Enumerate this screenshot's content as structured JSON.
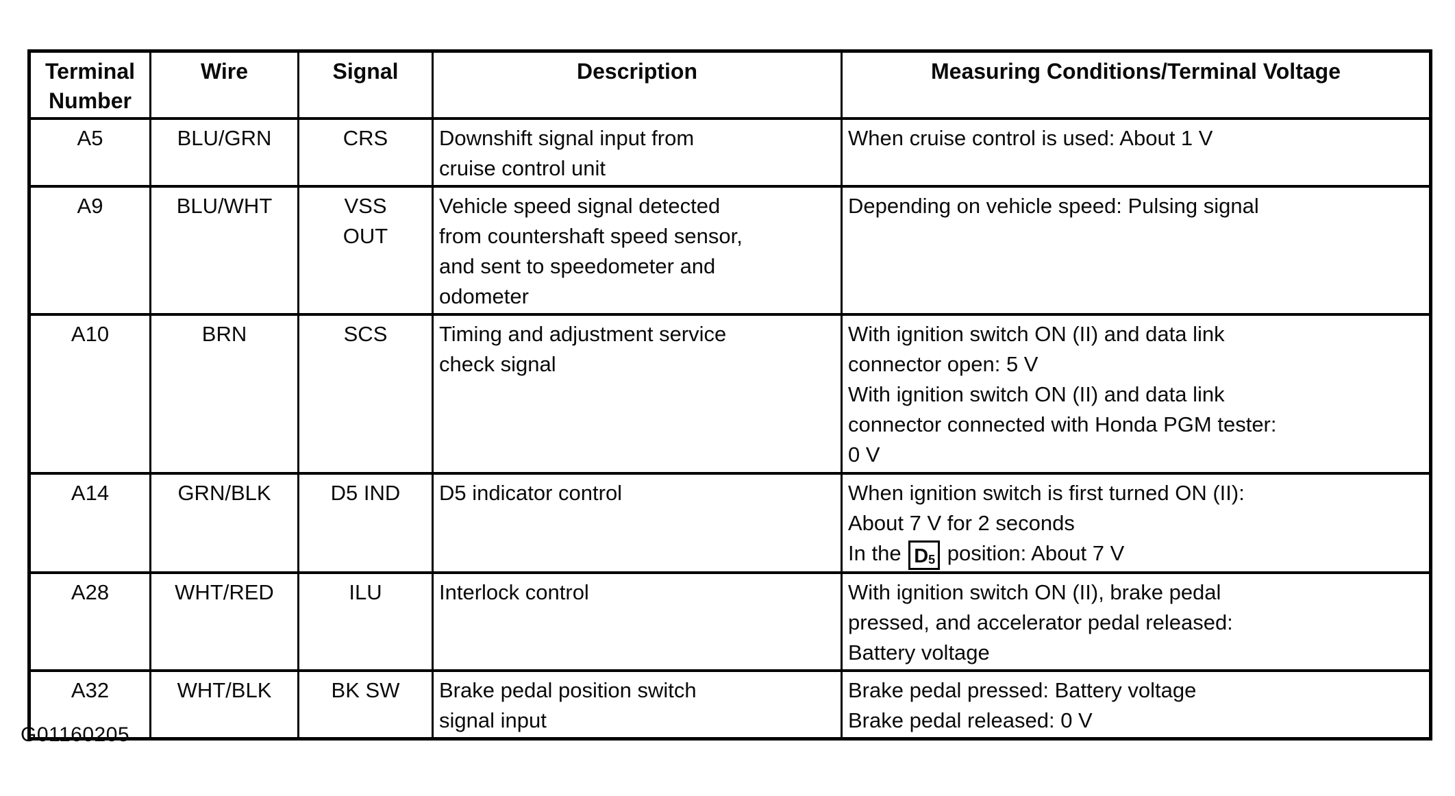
{
  "colors": {
    "paper": "#ffffff",
    "ink": "#0a0a0a",
    "border": "#000000"
  },
  "footer": {
    "code": "G01160205"
  },
  "table": {
    "headers": {
      "terminal": [
        "Terminal",
        "Number"
      ],
      "wire": "Wire",
      "signal": "Signal",
      "description": "Description",
      "conditions": "Measuring Conditions/Terminal Voltage"
    },
    "rows": [
      {
        "terminal": "A5",
        "wire": "BLU/GRN",
        "signal": [
          "CRS"
        ],
        "description": [
          "Downshift signal input from",
          "cruise control unit"
        ],
        "conditions": [
          "When cruise control is used: About 1 V"
        ]
      },
      {
        "terminal": "A9",
        "wire": "BLU/WHT",
        "signal": [
          "VSS",
          "OUT"
        ],
        "description": [
          "Vehicle speed signal detected",
          "from countershaft speed sensor,",
          "and sent to speedometer and",
          "odometer"
        ],
        "conditions": [
          "Depending on vehicle speed: Pulsing signal"
        ]
      },
      {
        "terminal": "A10",
        "wire": "BRN",
        "signal": [
          "SCS"
        ],
        "description": [
          "Timing and adjustment service",
          "check signal"
        ],
        "conditions": [
          "With ignition switch ON (II) and data link",
          "connector open: 5 V",
          "With ignition switch ON (II) and data link",
          "connector connected with Honda PGM tester:",
          "0 V"
        ]
      },
      {
        "terminal": "A14",
        "wire": "GRN/BLK",
        "signal": [
          "D5 IND"
        ],
        "description": [
          "D5 indicator control"
        ],
        "conditions": [
          "When ignition switch is first turned ON (II):",
          "About 7 V for 2 seconds"
        ],
        "conditions_inline": {
          "prefix": "In the",
          "icon_main": "D",
          "icon_sub": "5",
          "suffix": "position: About 7 V"
        }
      },
      {
        "terminal": "A28",
        "wire": "WHT/RED",
        "signal": [
          "ILU"
        ],
        "description": [
          "Interlock control"
        ],
        "conditions": [
          "With ignition switch ON (II), brake pedal",
          "pressed, and accelerator pedal released:",
          "Battery voltage"
        ]
      },
      {
        "terminal": "A32",
        "wire": "WHT/BLK",
        "signal": [
          "BK SW"
        ],
        "description": [
          "Brake pedal position switch",
          "signal input"
        ],
        "conditions": [
          "Brake pedal pressed: Battery voltage",
          "Brake pedal released: 0 V"
        ]
      }
    ]
  }
}
